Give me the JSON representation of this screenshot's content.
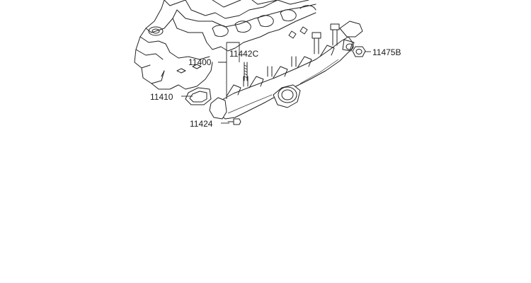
{
  "parts": {
    "p11400": "11400",
    "p11442c": "11442C",
    "p11410": "11410",
    "p11424": "11424",
    "p11475b": "11475B"
  }
}
